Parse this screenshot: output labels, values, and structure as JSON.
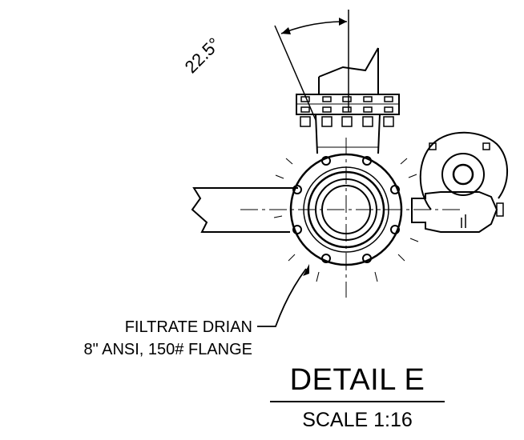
{
  "dimension": {
    "angle": "22.5°"
  },
  "callout": {
    "line1": "FILTRATE DRIAN",
    "line2": "8\" ANSI, 150# FLANGE"
  },
  "detail": {
    "title": "DETAIL E",
    "scale": "SCALE 1:16"
  }
}
